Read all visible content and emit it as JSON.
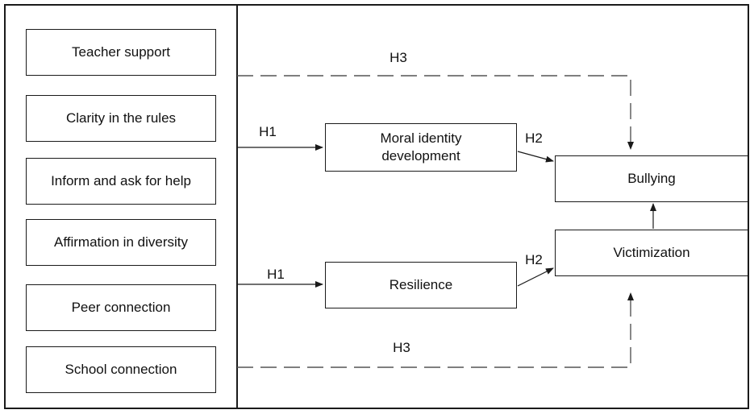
{
  "predictors": [
    "Teacher support",
    "Clarity in the rules",
    "Inform and ask for help",
    "Affirmation in diversity",
    "Peer connection",
    "School connection"
  ],
  "mediators": {
    "moral_identity": "Moral identity development",
    "resilience": "Resilience"
  },
  "outcomes": {
    "bullying": "Bullying",
    "victimization": "Victimization"
  },
  "hypotheses": {
    "h1_top": "H1",
    "h1_bottom": "H1",
    "h2_top": "H2",
    "h2_bottom": "H2",
    "h3_top": "H3",
    "h3_bottom": "H3"
  },
  "colors": {
    "line": "#1a1a1a",
    "dashed": "#555555",
    "background": "#ffffff"
  }
}
